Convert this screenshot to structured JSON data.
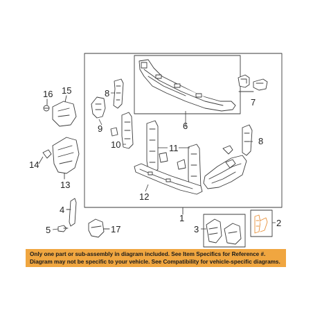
{
  "callouts": {
    "n1": "1",
    "n2": "2",
    "n3": "3",
    "n4": "4",
    "n5": "5",
    "n6": "6",
    "n7": "7",
    "n8a": "8",
    "n8b": "8",
    "n9": "9",
    "n10": "10",
    "n11": "11",
    "n12": "12",
    "n13": "13",
    "n14": "14",
    "n15": "15",
    "n16": "16",
    "n17": "17"
  },
  "notice": {
    "line1": "Only one part or sub-assembly in diagram included. See Item Specifics for Reference #.",
    "line2": "Diagram may not be specific to your vehicle. See Compatibility for vehicle-specific diagrams."
  },
  "colors": {
    "line": "#3a3a3a",
    "part_fill": "#ffffff",
    "notice_bg": "#f0a640",
    "highlight": "#e8903a"
  }
}
